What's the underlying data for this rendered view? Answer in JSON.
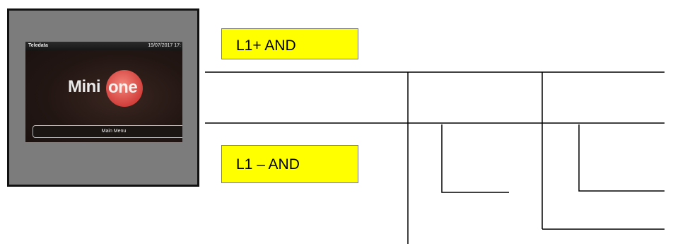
{
  "photo": {
    "screen_bar_left": "Teledata",
    "screen_bar_right": "19/07/2017 17:",
    "logo_left": "Mini",
    "logo_right": "one",
    "menu_label": "Main Menu"
  },
  "labels": {
    "top": "L1+ AND",
    "bottom": "L1 – AND"
  },
  "colors": {
    "label_fill": "#ffff00",
    "frame_fill": "#7c7c7c",
    "logo_circle": "#d2403c"
  }
}
